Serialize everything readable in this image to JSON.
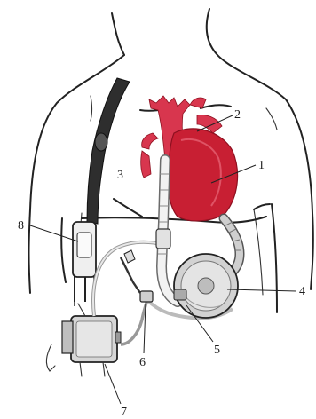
{
  "diagram": {
    "labels": {
      "heart": "1",
      "aorta": "2",
      "diaphragm": "3",
      "pump": "4",
      "outflow_cannula": "5",
      "connector": "6",
      "controller": "7",
      "holster": "8"
    },
    "colors": {
      "heart": "#c81f33",
      "heart_dark": "#8e1020",
      "vessels": "#d8364e",
      "pump_body": "#d2d2d2",
      "strap": "#2e2e2e"
    }
  }
}
